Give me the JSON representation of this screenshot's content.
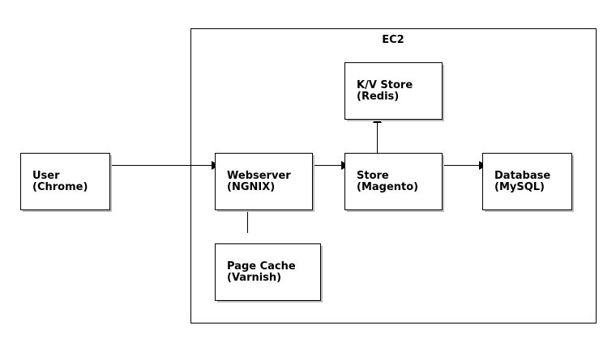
{
  "diagram": {
    "container": {
      "label": "EC2"
    },
    "nodes": {
      "user": {
        "line1": "User",
        "line2": "(Chrome)"
      },
      "webserver": {
        "line1": "Webserver",
        "line2": "(NGNIX)"
      },
      "store": {
        "line1": "Store",
        "line2": "(Magento)"
      },
      "database": {
        "line1": "Database",
        "line2": "(MySQL)"
      },
      "kv_store": {
        "line1": "K/V Store",
        "line2": "(Redis)"
      },
      "page_cache": {
        "line1": "Page Cache",
        "line2": "(Varnish)"
      }
    },
    "edges": [
      {
        "from": "user",
        "to": "webserver",
        "arrow": true
      },
      {
        "from": "webserver",
        "to": "store",
        "arrow": true
      },
      {
        "from": "store",
        "to": "database",
        "arrow": true
      },
      {
        "from": "store",
        "to": "kv_store",
        "arrow": true
      },
      {
        "from": "webserver",
        "to": "page_cache",
        "arrow": false
      }
    ]
  }
}
